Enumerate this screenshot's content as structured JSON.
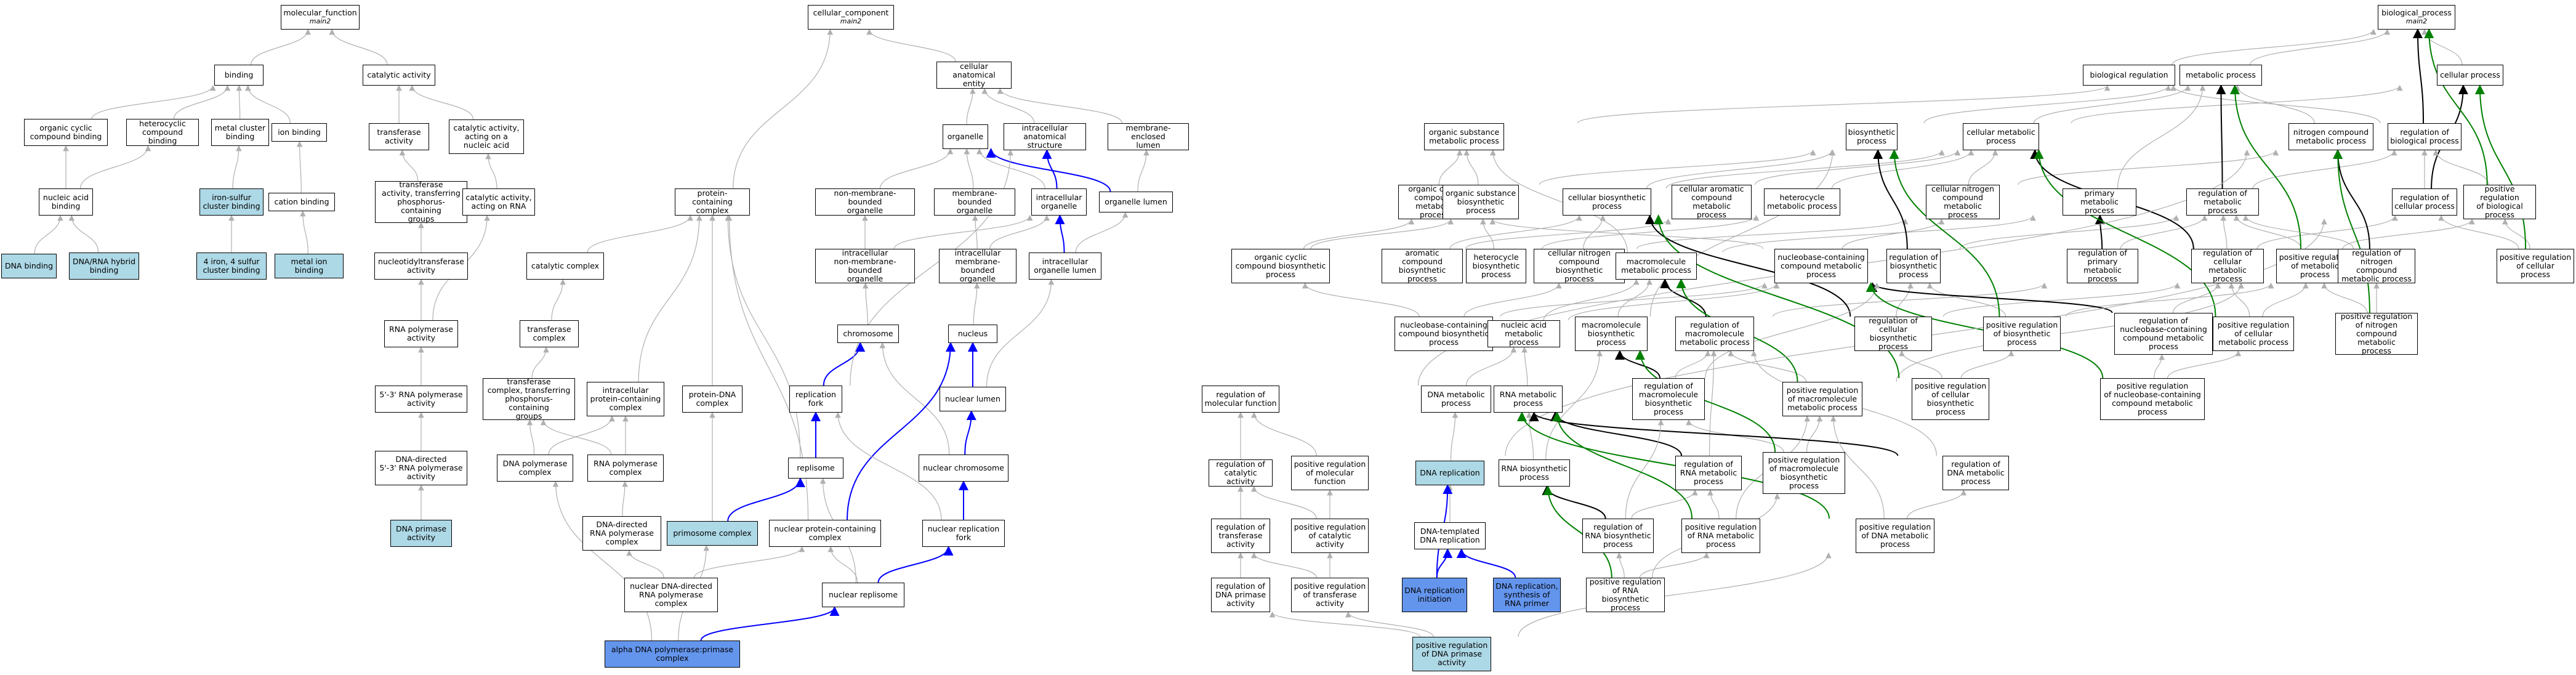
{
  "nodes": {
    "mf": {
      "label": "molecular_function",
      "ns": "main2",
      "fill": "white"
    },
    "bind": {
      "label": "binding",
      "fill": "white"
    },
    "cat": {
      "label": "catalytic activity",
      "fill": "white"
    },
    "ocb": {
      "label": "organic cyclic\ncompound binding",
      "fill": "white"
    },
    "hcb": {
      "label": "heterocyclic\ncompound binding",
      "fill": "white"
    },
    "mcb": {
      "label": "metal cluster\nbinding",
      "fill": "white"
    },
    "ionb": {
      "label": "ion binding",
      "fill": "white"
    },
    "transf": {
      "label": "transferase\nactivity",
      "fill": "white"
    },
    "catna": {
      "label": "catalytic activity,\nacting on a\nnucleic acid",
      "fill": "white"
    },
    "nab": {
      "label": "nucleic acid\nbinding",
      "fill": "white"
    },
    "iscb": {
      "label": "iron-sulfur\ncluster binding",
      "fill": "light"
    },
    "cationb": {
      "label": "cation binding",
      "fill": "white"
    },
    "tpcg": {
      "label": "transferase\nactivity, transferring\nphosphorus-containing\ngroups",
      "fill": "white"
    },
    "catrna": {
      "label": "catalytic activity,\nacting on RNA",
      "fill": "white"
    },
    "dnab": {
      "label": "DNA binding",
      "fill": "light"
    },
    "dnarna": {
      "label": "DNA/RNA hybrid\nbinding",
      "fill": "light"
    },
    "fe4s4": {
      "label": "4 iron, 4 sulfur\ncluster binding",
      "fill": "light"
    },
    "mib": {
      "label": "metal ion binding",
      "fill": "light"
    },
    "ntt": {
      "label": "nucleotidyltransferase\nactivity",
      "fill": "white"
    },
    "rnapa": {
      "label": "RNA polymerase\nactivity",
      "fill": "white"
    },
    "rnap53": {
      "label": "5'-3' RNA polymerase\nactivity",
      "fill": "white"
    },
    "ddrnap": {
      "label": "DNA-directed\n5'-3' RNA polymerase\nactivity",
      "fill": "white"
    },
    "dnaprim": {
      "label": "DNA primase\nactivity",
      "fill": "light"
    },
    "cc": {
      "label": "cellular_component",
      "ns": "main2",
      "fill": "white"
    },
    "cae": {
      "label": "cellular anatomical\nentity",
      "fill": "white"
    },
    "org": {
      "label": "organelle",
      "fill": "white"
    },
    "ias": {
      "label": "intracellular\nanatomical structure",
      "fill": "white"
    },
    "mel": {
      "label": "membrane-enclosed\nlumen",
      "fill": "white"
    },
    "pcc": {
      "label": "protein-containing\ncomplex",
      "fill": "white"
    },
    "nmbo": {
      "label": "non-membrane-bounded\norganelle",
      "fill": "white"
    },
    "mbo": {
      "label": "membrane-bounded\norganelle",
      "fill": "white"
    },
    "io": {
      "label": "intracellular\norganelle",
      "fill": "white"
    },
    "ol": {
      "label": "organelle lumen",
      "fill": "white"
    },
    "catcx": {
      "label": "catalytic complex",
      "fill": "white"
    },
    "inmbo": {
      "label": "intracellular\nnon-membrane-bounded\norganelle",
      "fill": "white"
    },
    "imbo": {
      "label": "intracellular\nmembrane-bounded\norganelle",
      "fill": "white"
    },
    "iol": {
      "label": "intracellular\norganelle lumen",
      "fill": "white"
    },
    "trcx": {
      "label": "transferase\ncomplex",
      "fill": "white"
    },
    "chrom": {
      "label": "chromosome",
      "fill": "white"
    },
    "nuc": {
      "label": "nucleus",
      "fill": "white"
    },
    "ttpcx": {
      "label": "transferase\ncomplex, transferring\nphosphorus-containing\ngroups",
      "fill": "white"
    },
    "ipcc": {
      "label": "intracellular\nprotein-containing\ncomplex",
      "fill": "white"
    },
    "pdna": {
      "label": "protein-DNA\ncomplex",
      "fill": "white"
    },
    "repf": {
      "label": "replication\nfork",
      "fill": "white"
    },
    "nl": {
      "label": "nuclear lumen",
      "fill": "white"
    },
    "dnapcx": {
      "label": "DNA polymerase\ncomplex",
      "fill": "white"
    },
    "rnapcx": {
      "label": "RNA polymerase\ncomplex",
      "fill": "white"
    },
    "repl": {
      "label": "replisome",
      "fill": "white"
    },
    "nchrom": {
      "label": "nuclear chromosome",
      "fill": "white"
    },
    "ddrnapcx": {
      "label": "DNA-directed\nRNA polymerase\ncomplex",
      "fill": "white"
    },
    "primcx": {
      "label": "primosome complex",
      "fill": "light"
    },
    "npcc": {
      "label": "nuclear protein-containing\ncomplex",
      "fill": "white"
    },
    "nrf": {
      "label": "nuclear replication\nfork",
      "fill": "white"
    },
    "nddrnap": {
      "label": "nuclear DNA-directed\nRNA polymerase\ncomplex",
      "fill": "white"
    },
    "nrep": {
      "label": "nuclear replisome",
      "fill": "white"
    },
    "adp": {
      "label": "alpha DNA polymerase:primase\ncomplex",
      "fill": "dark"
    },
    "bp": {
      "label": "biological_process",
      "ns": "main2",
      "fill": "white"
    },
    "breg": {
      "label": "biological regulation",
      "fill": "white"
    },
    "mp": {
      "label": "metabolic process",
      "fill": "white"
    },
    "cp": {
      "label": "cellular process",
      "fill": "white"
    },
    "osmp": {
      "label": "organic substance\nmetabolic process",
      "fill": "white"
    },
    "bsp": {
      "label": "biosynthetic\nprocess",
      "fill": "white"
    },
    "cmp": {
      "label": "cellular metabolic\nprocess",
      "fill": "white"
    },
    "ncmp": {
      "label": "nitrogen compound\nmetabolic process",
      "fill": "white"
    },
    "regbp": {
      "label": "regulation of\nbiological process",
      "fill": "white"
    },
    "occmp": {
      "label": "organic cyclic\ncompound metabolic\nprocess",
      "fill": "white"
    },
    "osbp": {
      "label": "organic substance\nbiosynthetic\nprocess",
      "fill": "white"
    },
    "cbp": {
      "label": "cellular biosynthetic\nprocess",
      "fill": "white"
    },
    "cacmp": {
      "label": "cellular aromatic\ncompound metabolic\nprocess",
      "fill": "white"
    },
    "hmp": {
      "label": "heterocycle\nmetabolic process",
      "fill": "white"
    },
    "cncmp": {
      "label": "cellular nitrogen\ncompound metabolic\nprocess",
      "fill": "white"
    },
    "pmp": {
      "label": "primary metabolic\nprocess",
      "fill": "white"
    },
    "regmp": {
      "label": "regulation of\nmetabolic process",
      "fill": "white"
    },
    "regcp": {
      "label": "regulation of\ncellular process",
      "fill": "white"
    },
    "pregbp": {
      "label": "positive regulation\nof biological\nprocess",
      "fill": "white"
    },
    "occbp": {
      "label": "organic cyclic\ncompound biosynthetic\nprocess",
      "fill": "white"
    },
    "acbp": {
      "label": "aromatic compound\nbiosynthetic\nprocess",
      "fill": "white"
    },
    "hbp": {
      "label": "heterocycle\nbiosynthetic\nprocess",
      "fill": "white"
    },
    "cncbp": {
      "label": "cellular nitrogen\ncompound biosynthetic\nprocess",
      "fill": "white"
    },
    "mmp": {
      "label": "macromolecule\nmetabolic process",
      "fill": "white"
    },
    "nbcmp": {
      "label": "nucleobase-containing\ncompound metabolic\nprocess",
      "fill": "white"
    },
    "regbsp": {
      "label": "regulation of\nbiosynthetic\nprocess",
      "fill": "white"
    },
    "regpmp": {
      "label": "regulation of\nprimary metabolic\nprocess",
      "fill": "white"
    },
    "regcmp": {
      "label": "regulation of\ncellular metabolic\nprocess",
      "fill": "white"
    },
    "pregmp": {
      "label": "positive regulation\nof metabolic\nprocess",
      "fill": "white"
    },
    "regncmp": {
      "label": "regulation of\nnitrogen compound\nmetabolic process",
      "fill": "white"
    },
    "pregcp": {
      "label": "positive regulation\nof cellular\nprocess",
      "fill": "white"
    },
    "nbcbp": {
      "label": "nucleobase-containing\ncompound biosynthetic\nprocess",
      "fill": "white"
    },
    "namp": {
      "label": "nucleic acid\nmetabolic process",
      "fill": "white"
    },
    "mbp": {
      "label": "macromolecule\nbiosynthetic\nprocess",
      "fill": "white"
    },
    "regmmp": {
      "label": "regulation of\nmacromolecule\nmetabolic process",
      "fill": "white"
    },
    "regcbp": {
      "label": "regulation of\ncellular biosynthetic\nprocess",
      "fill": "white"
    },
    "pregbsp": {
      "label": "positive regulation\nof biosynthetic\nprocess",
      "fill": "white"
    },
    "regnbc": {
      "label": "regulation of\nnucleobase-containing\ncompound metabolic\nprocess",
      "fill": "white"
    },
    "pregcmp": {
      "label": "positive regulation\nof cellular\nmetabolic process",
      "fill": "white"
    },
    "pregncmp": {
      "label": "positive regulation\nof nitrogen\ncompound metabolic\nprocess",
      "fill": "white"
    },
    "regmf": {
      "label": "regulation of\nmolecular function",
      "fill": "white"
    },
    "dnamp": {
      "label": "DNA metabolic\nprocess",
      "fill": "white"
    },
    "rnamp": {
      "label": "RNA metabolic\nprocess",
      "fill": "white"
    },
    "regmbp": {
      "label": "regulation of\nmacromolecule\nbiosynthetic\nprocess",
      "fill": "white"
    },
    "pregmmp": {
      "label": "positive regulation\nof macromolecule\nmetabolic process",
      "fill": "white"
    },
    "pregcbp": {
      "label": "positive regulation\nof cellular\nbiosynthetic\nprocess",
      "fill": "white"
    },
    "pregnbc": {
      "label": "positive regulation\nof nucleobase-containing\ncompound metabolic\nprocess",
      "fill": "white"
    },
    "regca": {
      "label": "regulation of\ncatalytic activity",
      "fill": "white"
    },
    "pregmf": {
      "label": "positive regulation\nof molecular\nfunction",
      "fill": "white"
    },
    "dnarep": {
      "label": "DNA replication",
      "fill": "light"
    },
    "rnabp": {
      "label": "RNA biosynthetic\nprocess",
      "fill": "white"
    },
    "regrnamp": {
      "label": "regulation of\nRNA metabolic\nprocess",
      "fill": "white"
    },
    "pregmbp": {
      "label": "positive regulation\nof macromolecule\nbiosynthetic\nprocess",
      "fill": "white"
    },
    "regdnamp": {
      "label": "regulation of\nDNA metabolic\nprocess",
      "fill": "white"
    },
    "regta": {
      "label": "regulation of\ntransferase\nactivity",
      "fill": "white"
    },
    "pregca": {
      "label": "positive regulation\nof catalytic\nactivity",
      "fill": "white"
    },
    "dtdnarep": {
      "label": "DNA-templated\nDNA replication",
      "fill": "white"
    },
    "regrnabp": {
      "label": "regulation of\nRNA biosynthetic\nprocess",
      "fill": "white"
    },
    "pregrnamp": {
      "label": "positive regulation\nof RNA metabolic\nprocess",
      "fill": "white"
    },
    "pregdnamp": {
      "label": "positive regulation\nof DNA metabolic\nprocess",
      "fill": "white"
    },
    "regdnapa": {
      "label": "regulation of\nDNA primase\nactivity",
      "fill": "white"
    },
    "pregta": {
      "label": "positive regulation\nof transferase\nactivity",
      "fill": "white"
    },
    "dnaini": {
      "label": "DNA replication\ninitiation",
      "fill": "dark"
    },
    "dnasyn": {
      "label": "DNA replication,\nsynthesis of\nRNA primer",
      "fill": "dark"
    },
    "pregrnabp": {
      "label": "positive regulation\nof RNA biosynthetic\nprocess",
      "fill": "white"
    },
    "pregdnapa": {
      "label": "positive regulation\nof DNA primase\nactivity",
      "fill": "light"
    }
  },
  "edge_colors": {
    "is_a": "#b0b0b0",
    "part_of": "#0000ff",
    "regulates": "#000000",
    "positively_regulates": "#008000"
  }
}
